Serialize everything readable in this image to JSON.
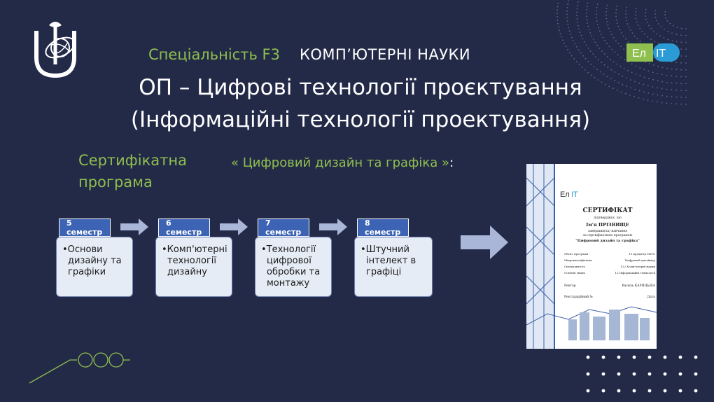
{
  "header": {
    "specialty_label": "Спеціальність F3",
    "specialty_name": "КОМП’ЮТЕРНІ НАУКИ",
    "op_title": "ОП – Цифрові технології проєктування",
    "op_subtitle": "(Інформаційні технології проектування)"
  },
  "certificate_program": {
    "label_line1": "Сертифікатна",
    "label_line2": "програма",
    "name": "« Цифровий дизайн та графіка »",
    "colon": ":"
  },
  "brand": {
    "elit_left": "Ел",
    "elit_right": "ІТ"
  },
  "semesters": [
    {
      "tab": "5 семестр",
      "lines": [
        "•Основи",
        "дизайну та",
        "графіки"
      ]
    },
    {
      "tab": "6  семестр",
      "lines": [
        "•Комп'ютерні",
        "технології",
        "дизайну"
      ]
    },
    {
      "tab": "7 семестр",
      "lines": [
        "•Технології",
        "цифрової",
        "обробки та",
        "монтажу"
      ]
    },
    {
      "tab": "8 семестр",
      "lines": [
        "•Штучний",
        "інтелект в",
        "графіці"
      ]
    }
  ],
  "certificate_doc": {
    "brand_left": "Ел",
    "brand_right": "ІТ",
    "title": "СЕРТИФІКАТ",
    "confirms": "підтверджує, що",
    "name": "Ім'я ПРІЗВИЩЕ",
    "completed1": "завершив(ла) навчання",
    "completed2": "за сертифікатною програмою",
    "program": "\"Цифровий дизайн та графіка\"",
    "rows": [
      {
        "k": "Обсяг програми",
        "v": "15 кредитів ЄКТС"
      },
      {
        "k": "Мікрокваліфікація",
        "v": "Цифровий дизайнер"
      },
      {
        "k": "Спеціальність",
        "v": "122 Комп'ютерні науки"
      },
      {
        "k": "Освітня знань",
        "v": "12 Інформаційні технології"
      }
    ],
    "rector_label": "Ректор",
    "rector_name": "Василь КАРНЦЬША",
    "reg_label": "Реєстраційний №",
    "date_label": "Дата"
  },
  "colors": {
    "background": "#232a48",
    "accent_green": "#8fbf4e",
    "tab_blue": "#3c63b4",
    "box_fill": "#e6ecf6",
    "arrow": "#a9b6d8",
    "check_green": "#2f9a2f"
  }
}
